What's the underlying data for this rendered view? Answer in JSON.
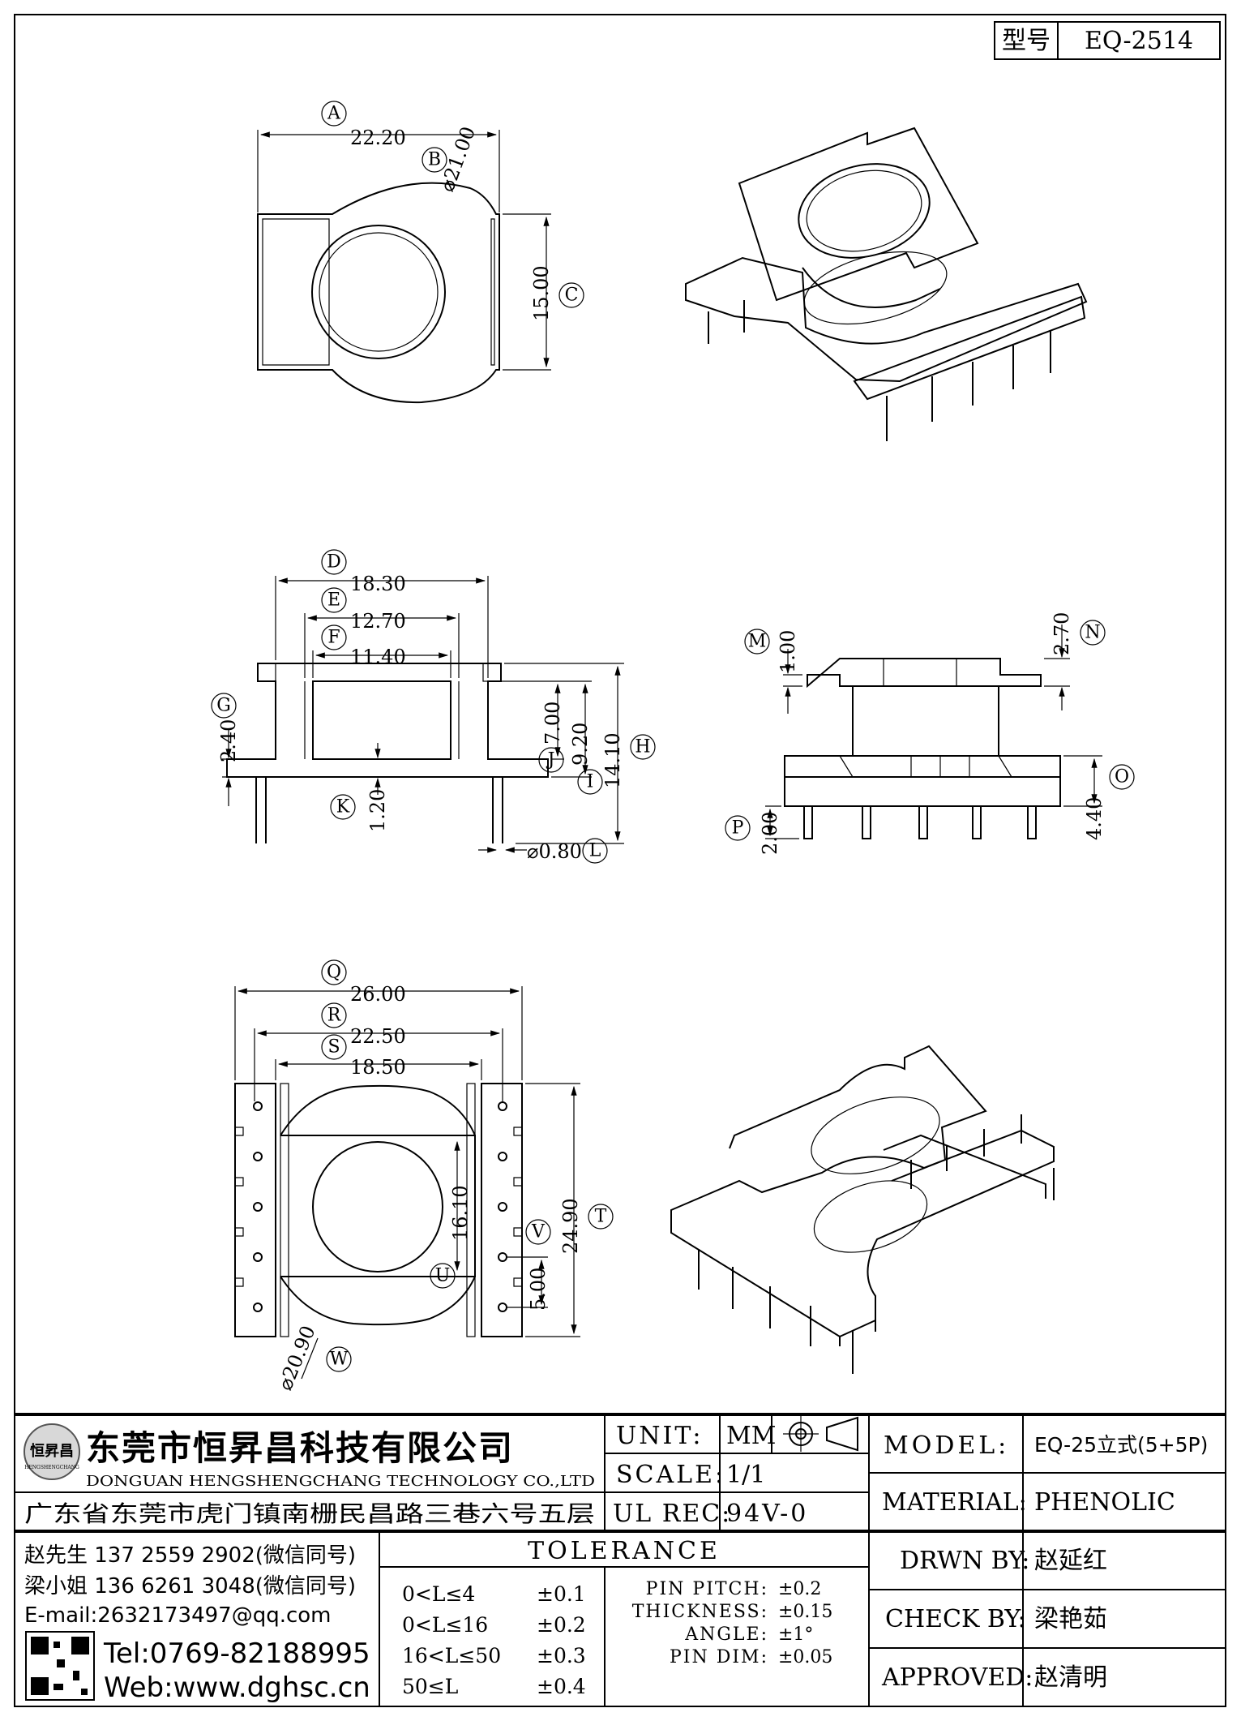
{
  "header": {
    "model_label": "型号",
    "model_value": "EQ-2514"
  },
  "top_view": {
    "A": {
      "label": "A",
      "value": "22.20"
    },
    "B": {
      "label": "B",
      "value": "⌀21.00"
    },
    "C": {
      "label": "C",
      "value": "15.00"
    }
  },
  "side_view": {
    "D": {
      "label": "D",
      "value": "18.30"
    },
    "E": {
      "label": "E",
      "value": "12.70"
    },
    "F": {
      "label": "F",
      "value": "11.40"
    },
    "G": {
      "label": "G",
      "value": "2.40"
    },
    "H": {
      "label": "H",
      "value": "14.10"
    },
    "I": {
      "label": "I",
      "value": "9.20"
    },
    "J": {
      "label": "J",
      "value": "7.00"
    },
    "K": {
      "label": "K",
      "value": "1.20"
    },
    "L": {
      "label": "L",
      "value": "⌀0.80"
    }
  },
  "front_view": {
    "M": {
      "label": "M",
      "value": "1.00"
    },
    "N": {
      "label": "N",
      "value": "2.70"
    },
    "O": {
      "label": "O",
      "value": "4.40"
    },
    "P": {
      "label": "P",
      "value": "2.00"
    }
  },
  "bottom_view": {
    "Q": {
      "label": "Q",
      "value": "26.00"
    },
    "R": {
      "label": "R",
      "value": "22.50"
    },
    "S": {
      "label": "S",
      "value": "18.50"
    },
    "T": {
      "label": "T",
      "value": "24.90"
    },
    "U": {
      "label": "U",
      "value": "16.10"
    },
    "V": {
      "label": "V",
      "value": "5.00"
    },
    "W": {
      "label": "W",
      "value": "⌀20.90"
    }
  },
  "title_block": {
    "company_cn": "东莞市恒昇昌科技有限公司",
    "company_en": "DONGUAN HENGSHENGCHANG TECHNOLOGY CO.,LTD",
    "logo_text": "恒昇昌",
    "logo_sub": "HENGSHENGCHANG",
    "address": "广东省东莞市虎门镇南栅民昌路三巷六号五层",
    "unit_label": "UNIT:",
    "unit_value": "MM",
    "scale_label": "SCALE:",
    "scale_value": "1/1",
    "ulrec_label": "UL REC:",
    "ulrec_value": "94V-0",
    "model_label": "MODEL:",
    "model_value": "EQ-25立式(5+5P)",
    "material_label": "MATERIAL:",
    "material_value": "PHENOLIC",
    "drawn_label": "DRWN BY:",
    "drawn_value": "赵延红",
    "check_label": "CHECK BY:",
    "check_value": "梁艳茹",
    "approved_label": "APPROVED:",
    "approved_value": "赵清明",
    "contacts": [
      "赵先生 137 2559 2902(微信同号)",
      "梁小姐 136 6261 3048(微信同号)",
      "E-mail:2632173497@qq.com"
    ],
    "tel": "Tel:0769-82188995",
    "web": "Web:www.dghsc.cn",
    "tolerance_title": "TOLERANCE",
    "tolerance_rows": [
      {
        "range": "0<L≤4",
        "tol": "±0.1"
      },
      {
        "range": "0<L≤16",
        "tol": "±0.2"
      },
      {
        "range": "16<L≤50",
        "tol": "±0.3"
      },
      {
        "range": "50≤L",
        "tol": "±0.4"
      }
    ],
    "tolerance_specs": [
      {
        "name": "PIN PITCH:",
        "tol": "±0.2"
      },
      {
        "name": "THICKNESS:",
        "tol": "±0.15"
      },
      {
        "name": "ANGLE:",
        "tol": "±1°"
      },
      {
        "name": "PIN DIM:",
        "tol": "±0.05"
      }
    ]
  }
}
